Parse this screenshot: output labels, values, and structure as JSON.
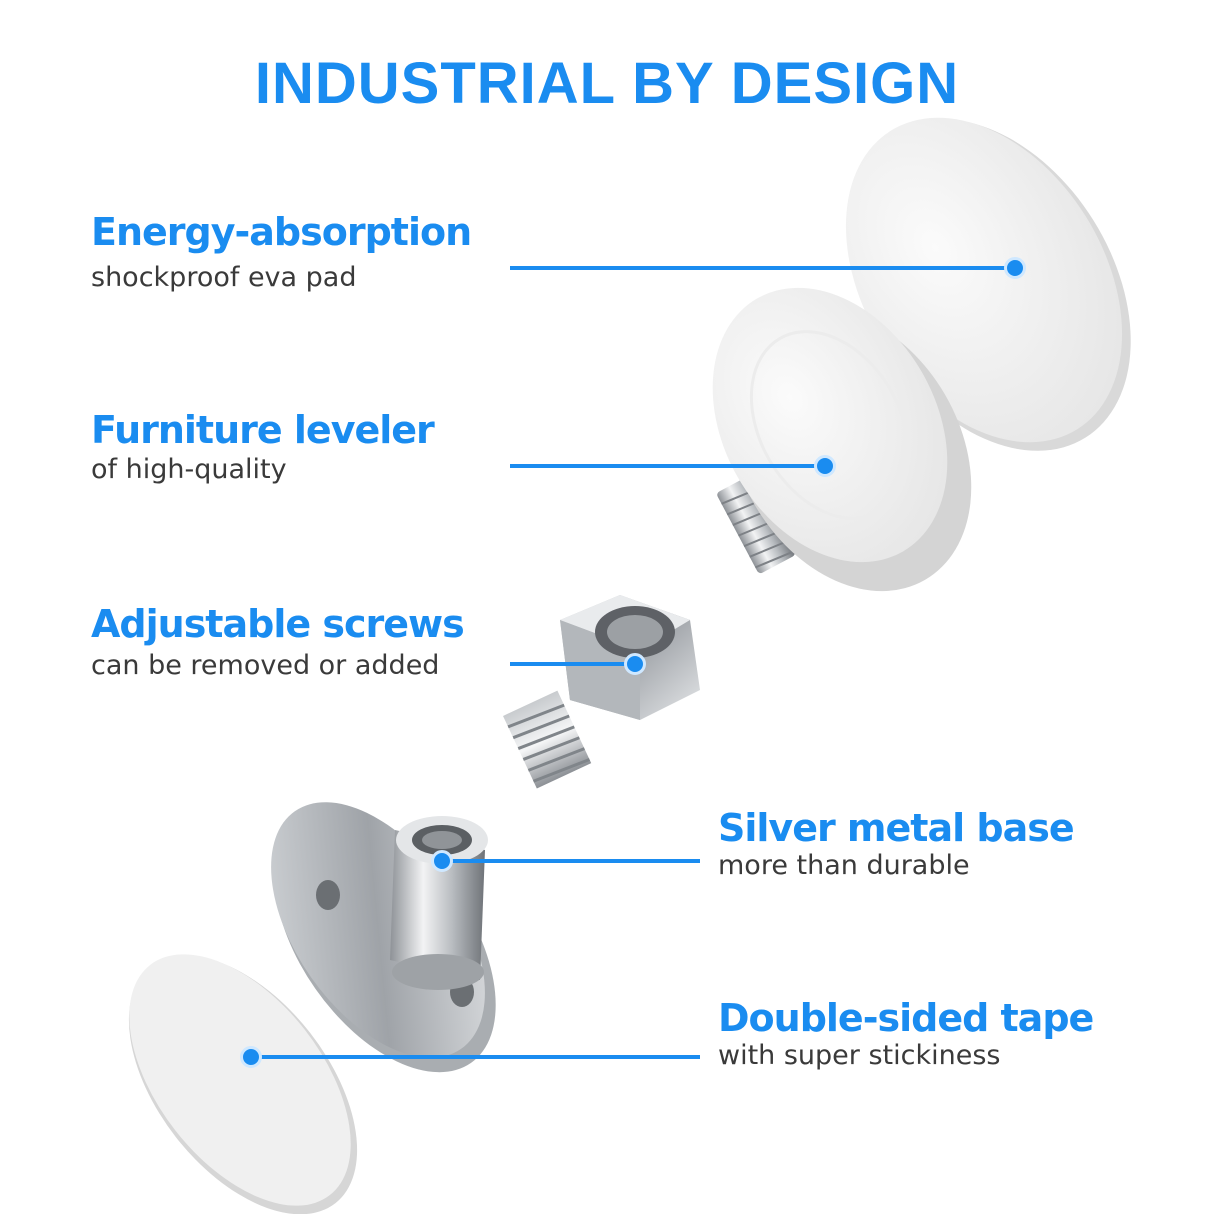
{
  "heading": "INDUSTRIAL BY DESIGN",
  "features": [
    {
      "title": "Energy-absorption",
      "subtitle": "shockproof eva pad"
    },
    {
      "title": "Furniture leveler",
      "subtitle": "of high-quality"
    },
    {
      "title": "Adjustable screws",
      "subtitle": "can be removed or added"
    },
    {
      "title": "Silver metal base",
      "subtitle": "more than durable"
    },
    {
      "title": "Double-sided tape",
      "subtitle": "with super stickiness"
    }
  ],
  "colors": {
    "accent": "#1a8cf0",
    "text": "#3a3a3a",
    "background": "#ffffff"
  }
}
